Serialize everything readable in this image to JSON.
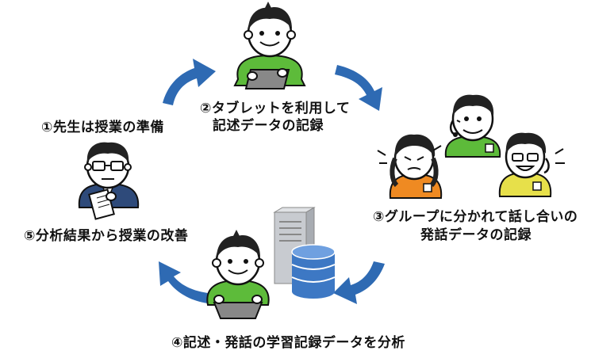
{
  "steps": [
    {
      "id": "step1",
      "text": "①先生は授業の準備"
    },
    {
      "id": "step2",
      "line1": "②タブレットを利用して",
      "line2": "記述データの記録"
    },
    {
      "id": "step3",
      "line1": "③グループに分かれて話し合いの",
      "line2": "発話データの記録"
    },
    {
      "id": "step4",
      "text": "④記述・発話の学習記録データを分析"
    },
    {
      "id": "step5",
      "text": "⑤分析結果から授業の改善"
    }
  ],
  "colors": {
    "arrow": "#2e6ab3",
    "shirt_green": "#5dbb3a",
    "shirt_orange": "#ef8a22",
    "shirt_yellow": "#e7e04a",
    "teacher_suit": "#2e4a7a",
    "database": "#3d78c4",
    "server": "#c8cbd0"
  },
  "icons": [
    "student-tablet-icon",
    "teacher-icon",
    "group-discussion-icon",
    "server-database-icon",
    "cycle-arrow-icon"
  ]
}
